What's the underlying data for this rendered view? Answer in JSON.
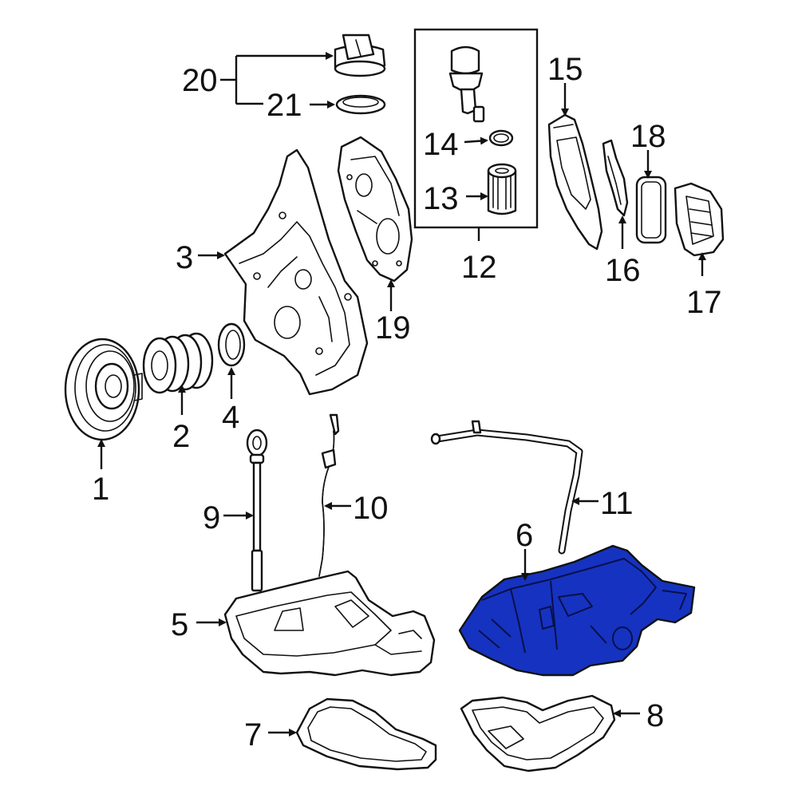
{
  "diagram": {
    "highlight_color": "#1533c0",
    "callouts": [
      {
        "id": "1",
        "label": "1"
      },
      {
        "id": "2",
        "label": "2"
      },
      {
        "id": "3",
        "label": "3"
      },
      {
        "id": "4",
        "label": "4"
      },
      {
        "id": "5",
        "label": "5"
      },
      {
        "id": "6",
        "label": "6",
        "highlighted": true
      },
      {
        "id": "7",
        "label": "7"
      },
      {
        "id": "8",
        "label": "8"
      },
      {
        "id": "9",
        "label": "9"
      },
      {
        "id": "10",
        "label": "10"
      },
      {
        "id": "11",
        "label": "11"
      },
      {
        "id": "12",
        "label": "12"
      },
      {
        "id": "13",
        "label": "13"
      },
      {
        "id": "14",
        "label": "14"
      },
      {
        "id": "15",
        "label": "15"
      },
      {
        "id": "16",
        "label": "16"
      },
      {
        "id": "17",
        "label": "17"
      },
      {
        "id": "18",
        "label": "18"
      },
      {
        "id": "19",
        "label": "19"
      },
      {
        "id": "20",
        "label": "20"
      },
      {
        "id": "21",
        "label": "21"
      }
    ]
  }
}
